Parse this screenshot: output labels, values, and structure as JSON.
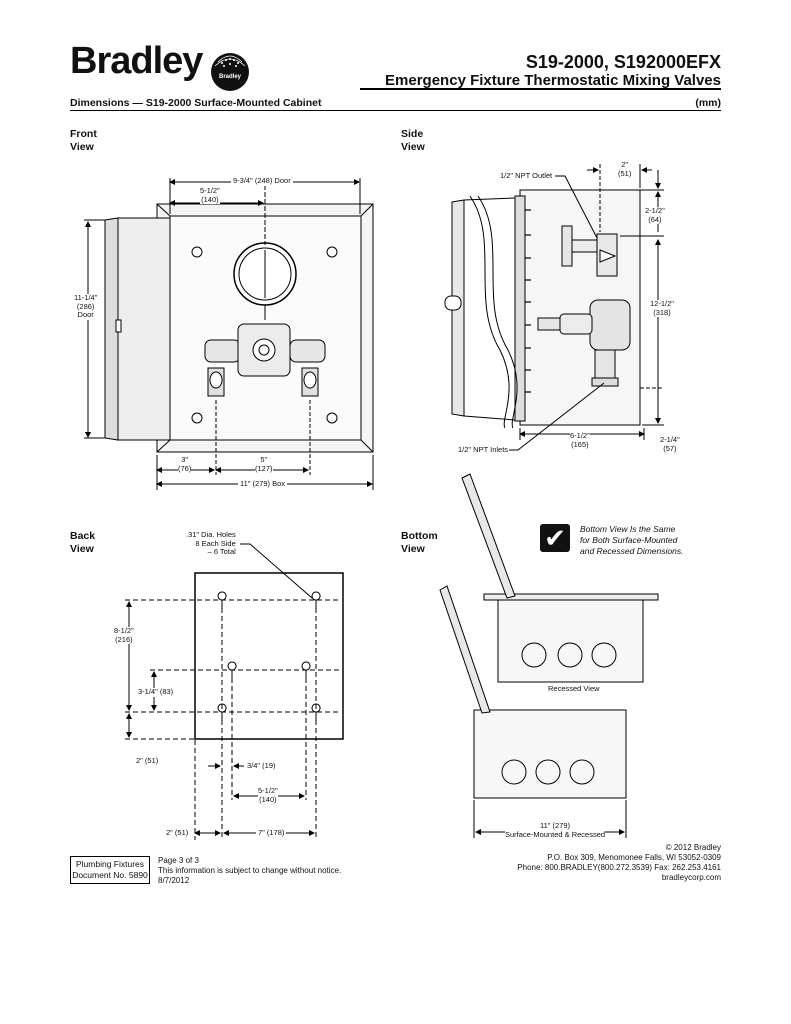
{
  "header": {
    "brand": "Bradley",
    "seal_text": "Bradley",
    "title": "S19-2000, S192000EFX",
    "subtitle": "Emergency Fixture Thermostatic Mixing Valves",
    "section": "Dimensions — S19-2000 Surface-Mounted Cabinet",
    "units": "(mm)"
  },
  "front": {
    "label_line1": "Front",
    "label_line2": "View",
    "door_width": "9-3/4\" (248) Door",
    "center_offset": "5-1/2\"",
    "center_offset_mm": "(140)",
    "door_height": "11-1/4\"",
    "door_height_mm": "(286)",
    "door_height_word": "Door",
    "left_inlet": "3\"",
    "left_inlet_mm": "(76)",
    "inlet_spacing": "5\"",
    "inlet_spacing_mm": "(127)",
    "box_width": "11\" (279) Box"
  },
  "side": {
    "label_line1": "Side",
    "label_line2": "View",
    "outlet": "1/2\" NPT Outlet",
    "depth_top": "2\"",
    "depth_top_mm": "(51)",
    "outlet_drop": "2-1/2\"",
    "outlet_drop_mm": "(64)",
    "height": "12-1/2\"",
    "height_mm": "(318)",
    "inlets": "1/2\" NPT Inlets",
    "inlet_depth": "6-1/2\"",
    "inlet_depth_mm": "(165)",
    "bottom_rise": "2-1/4\"",
    "bottom_rise_mm": "(57)"
  },
  "back": {
    "label_line1": "Back",
    "label_line2": "View",
    "holes_line1": ".31\" Dia. Holes",
    "holes_line2": "8 Each Side",
    "holes_line3": "– 6 Total",
    "v1": "8-1/2\"",
    "v1_mm": "(216)",
    "v2": "3-1/4\" (83)",
    "v3": "2\" (51)",
    "h1": "3/4\" (19)",
    "h2": "5-1/2\"",
    "h2_mm": "(140)",
    "h3_left": "2\" (51)",
    "h3": "7\" (178)"
  },
  "bottom": {
    "label_line1": "Bottom",
    "label_line2": "View",
    "note_line1": "Bottom View Is the Same",
    "note_line2": "for Both Surface-Mounted",
    "note_line3": "and Recessed Dimensions.",
    "recessed": "Recessed View",
    "width": "11\" (279)",
    "width_caption": "Surface-Mounted & Recessed"
  },
  "footer": {
    "doc_line1": "Plumbing Fixtures",
    "doc_line2": "Document No. 5890",
    "page": "Page 3 of 3",
    "disclaimer": "This information is subject to change without notice.",
    "date": "8/7/2012",
    "copyright": "© 2012  Bradley",
    "address": "P.O. Box 309, Menomonee Falls, WI 53052-0309",
    "phone": "Phone: 800.BRADLEY(800.272.3539)  Fax: 262.253.4161",
    "web": "bradleycorp.com"
  }
}
